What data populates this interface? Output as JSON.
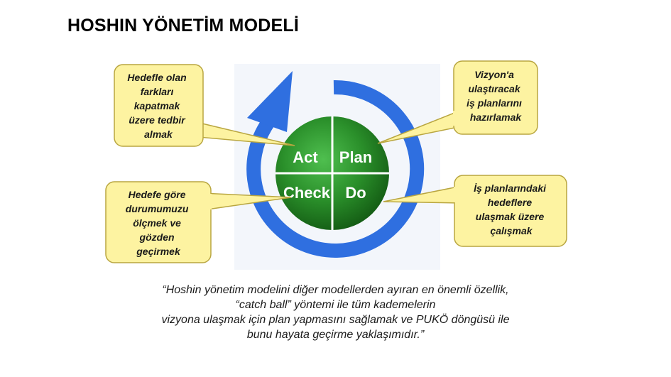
{
  "title": "HOSHIN YÖNETİM MODELİ",
  "cycle": {
    "act": "Act",
    "plan": "Plan",
    "check": "Check",
    "do": "Do"
  },
  "callouts": {
    "top_left": [
      "Hedefle olan",
      "farkları",
      "kapatmak",
      "üzere tedbir",
      "almak"
    ],
    "top_right": [
      "Vizyon'a",
      "ulaştıracak",
      "iş planlarını",
      "hazırlamak"
    ],
    "bottom_left": [
      "Hedefe göre",
      "durumumuzu",
      "ölçmek ve",
      "gözden",
      "geçirmek"
    ],
    "bottom_right": [
      "İş planlarındaki",
      "hedeflere",
      "ulaşmak üzere",
      "çalışmak"
    ]
  },
  "quote": [
    "“Hoshin yönetim modelini diğer modellerden ayıran en önemli özellik,",
    "“catch ball” yöntemi ile tüm kademelerin",
    "vizyona ulaşmak için plan yapmasını sağlamak ve PUKÖ döngüsü ile",
    "bunu hayata geçirme yaklaşımıdır.”"
  ],
  "colors": {
    "arrow": "#2f6fe0",
    "circle": "#2e8b2e",
    "callout_fill": "#fdf3a1",
    "callout_stroke": "#b9a640"
  }
}
